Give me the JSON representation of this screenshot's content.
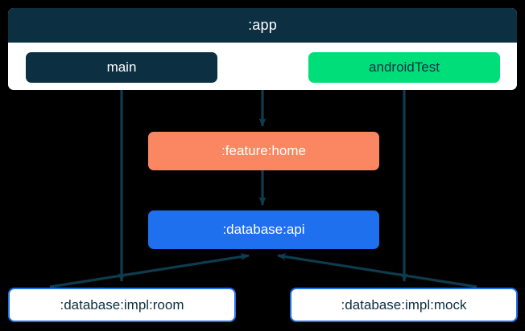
{
  "diagram": {
    "type": "module-dependency-graph",
    "background_color": "#000000",
    "edge_color": "#0d3c4f",
    "clusters": [
      {
        "id": "app",
        "title": ":app",
        "header_color": "#0d2f42",
        "body_color": "#ffffff",
        "source_sets": [
          {
            "id": "main",
            "label": "main",
            "color": "#0d2f42",
            "text_color": "#ffffff"
          },
          {
            "id": "androidTest",
            "label": "androidTest",
            "color": "#00de7a",
            "text_color": "#0d2f42"
          }
        ]
      }
    ],
    "nodes": [
      {
        "id": "feature-home",
        "label": ":feature:home",
        "fill": "#fb8662",
        "text_color": "#ffffff",
        "style": "filled"
      },
      {
        "id": "database-api",
        "label": ":database:api",
        "fill": "#1e70ee",
        "text_color": "#ffffff",
        "style": "filled"
      },
      {
        "id": "database-impl-room",
        "label": ":database:impl:room",
        "fill": "#ffffff",
        "border": "#1e70ee",
        "text_color": "#0d2f42",
        "style": "outlined"
      },
      {
        "id": "database-impl-mock",
        "label": ":database:impl:mock",
        "fill": "#ffffff",
        "border": "#1e70ee",
        "text_color": "#0d2f42",
        "style": "outlined"
      }
    ],
    "edges": [
      {
        "from": "app:main",
        "to": "database-impl-room",
        "arrow": "end"
      },
      {
        "from": "app",
        "to": "feature-home",
        "arrow": "end"
      },
      {
        "from": "app:androidTest",
        "to": "database-impl-mock",
        "arrow": "end"
      },
      {
        "from": "feature-home",
        "to": "database-api",
        "arrow": "end"
      },
      {
        "from": "database-impl-room",
        "to": "database-api",
        "arrow": "end"
      },
      {
        "from": "database-impl-mock",
        "to": "database-api",
        "arrow": "end"
      }
    ]
  }
}
